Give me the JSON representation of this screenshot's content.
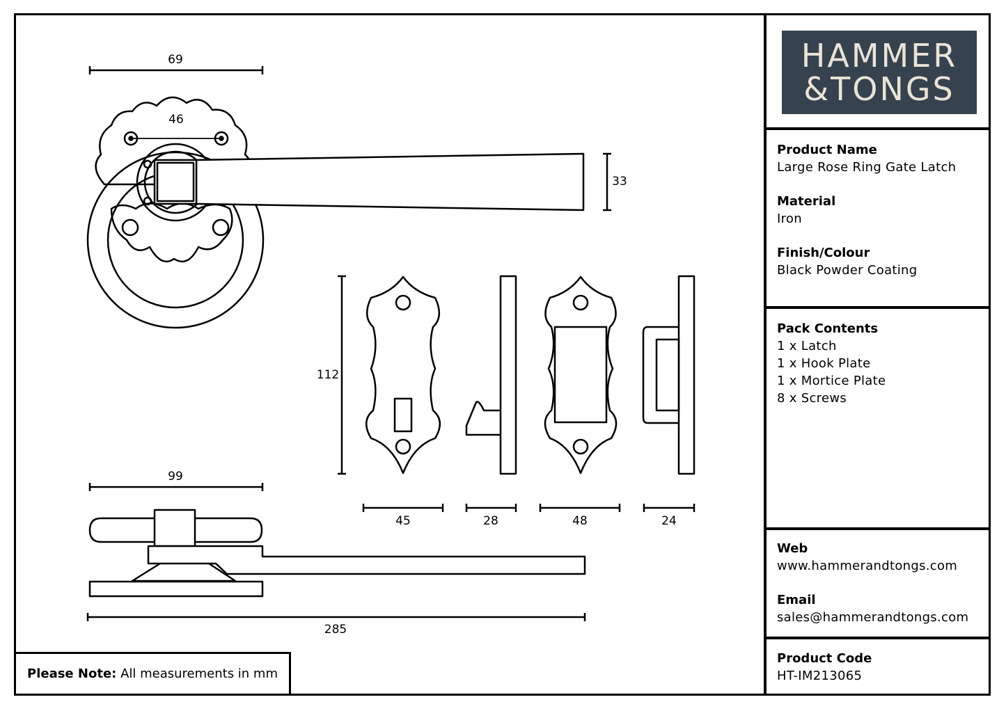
{
  "dimensions": {
    "d69": "69",
    "d46": "46",
    "d33": "33",
    "d112": "112",
    "d45": "45",
    "d28": "28",
    "d48": "48",
    "d24": "24",
    "d99": "99",
    "d285": "285"
  },
  "brand": {
    "line1": "HAMMER",
    "line2": "&TONGS",
    "bg_color": "#36434e",
    "text_color": "#e9e3d8"
  },
  "product": {
    "name_label": "Product Name",
    "name_value": "Large Rose Ring Gate Latch",
    "material_label": "Material",
    "material_value": "Iron",
    "finish_label": "Finish/Colour",
    "finish_value": "Black Powder Coating"
  },
  "pack": {
    "label": "Pack Contents",
    "items": [
      "1 x Latch",
      "1 x Hook Plate",
      "1 x Mortice Plate",
      "8 x Screws"
    ]
  },
  "contact": {
    "web_label": "Web",
    "web_value": "www.hammerandtongs.com",
    "email_label": "Email",
    "email_value": "sales@hammerandtongs.com"
  },
  "code": {
    "label": "Product Code",
    "value": "HT-IM213065"
  },
  "note": {
    "label": "Please Note:",
    "text": " All measurements in mm"
  }
}
